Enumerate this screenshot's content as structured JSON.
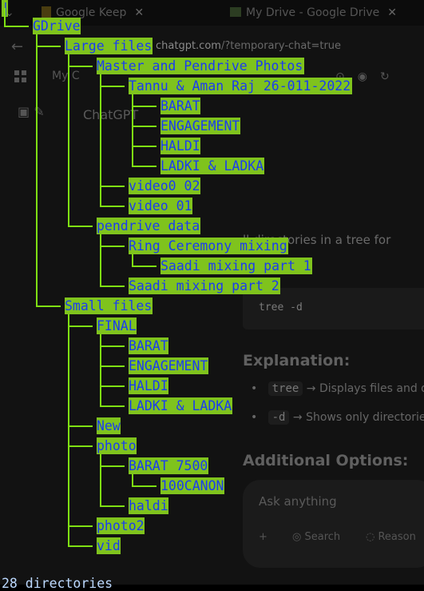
{
  "browser": {
    "tabs": [
      {
        "title": "Google Keep"
      },
      {
        "title": "My Drive - Google Drive"
      }
    ],
    "url_domain": "chatgpt.com",
    "url_path": "/?temporary-chat=true",
    "bookmark_label": "My C"
  },
  "chat": {
    "title": "ChatGPT",
    "paragraph": "ll directories in a tree for",
    "code": "tree -d",
    "explanation_heading": "Explanation:",
    "bullets": [
      {
        "code": "tree",
        "text": "→ Displays files and d"
      },
      {
        "code": "-d",
        "text": "→ Shows only directorie"
      }
    ],
    "additional_heading": "Additional Options:",
    "composer_placeholder": "Ask anything",
    "composer_actions": [
      "Search",
      "Reason"
    ]
  },
  "tree": {
    "root_marker": "|",
    "nodes": [
      {
        "name": "GDrive",
        "depth": 0
      },
      {
        "name": "Large files",
        "depth": 1
      },
      {
        "name": "Master and Pendrive Photos",
        "depth": 2
      },
      {
        "name": "Tannu & Aman Raj 26-011-2022",
        "depth": 3
      },
      {
        "name": "BARAT",
        "depth": 4
      },
      {
        "name": "ENGAGEMENT",
        "depth": 4
      },
      {
        "name": "HALDI",
        "depth": 4
      },
      {
        "name": "LADKI & LADKA",
        "depth": 4
      },
      {
        "name": "video0 02",
        "depth": 3
      },
      {
        "name": "video 01",
        "depth": 3
      },
      {
        "name": "pendrive data",
        "depth": 2
      },
      {
        "name": "Ring Ceremony mixing",
        "depth": 3
      },
      {
        "name": "Saadi mixing part 1",
        "depth": 4
      },
      {
        "name": "Saadi mixing part 2",
        "depth": 3
      },
      {
        "name": "Small files",
        "depth": 1
      },
      {
        "name": "FINAL",
        "depth": 2
      },
      {
        "name": "BARAT",
        "depth": 3
      },
      {
        "name": "ENGAGEMENT",
        "depth": 3
      },
      {
        "name": "HALDI",
        "depth": 3
      },
      {
        "name": "LADKI & LADKA",
        "depth": 3
      },
      {
        "name": "New",
        "depth": 2
      },
      {
        "name": "photo",
        "depth": 2
      },
      {
        "name": "BARAT 7500",
        "depth": 3
      },
      {
        "name": "100CANON",
        "depth": 4
      },
      {
        "name": "haldi",
        "depth": 3
      },
      {
        "name": "photo2",
        "depth": 2
      },
      {
        "name": "vid",
        "depth": 2
      }
    ],
    "summary": "28 directories"
  },
  "colors": {
    "tree_line": "#7fe013",
    "label_bg": "#7fc31d",
    "label_text": "#1a3cf0"
  }
}
